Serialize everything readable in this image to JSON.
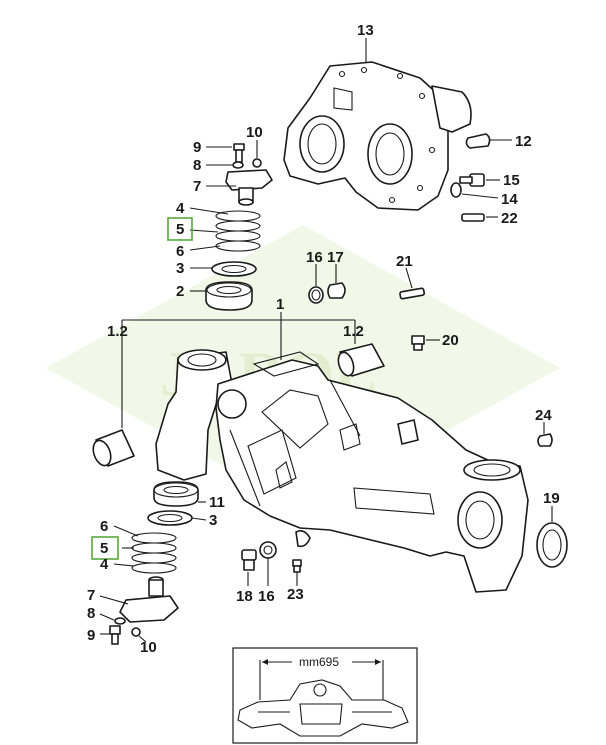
{
  "labels": {
    "p13": "13",
    "p12": "12",
    "p15": "15",
    "p14": "14",
    "p22": "22",
    "p9_top": "9",
    "p10_top": "10",
    "p8_top": "8",
    "p7_top": "7",
    "p4_top": "4",
    "p5_top": "5",
    "p6_top": "6",
    "p3_top": "3",
    "p2": "2",
    "p16_top": "16",
    "p17": "17",
    "p21": "21",
    "p1": "1",
    "p1_2_left": "1.2",
    "p1_2_right": "1.2",
    "p20": "20",
    "p24": "24",
    "p19": "19",
    "p11": "11",
    "p3_bot": "3",
    "p6_bot": "6",
    "p5_bot": "5",
    "p4_bot": "4",
    "p7_bot": "7",
    "p8_bot": "8",
    "p9_bot": "9",
    "p10_bot": "10",
    "p18": "18",
    "p16_bot": "16",
    "p23": "23"
  },
  "inset": {
    "dimension": "mm695"
  },
  "watermark": {
    "text": "JAROL"
  },
  "colors": {
    "highlight": "#5aa83b",
    "ink": "#1a1a1a",
    "watermark": "#e9f0d6"
  }
}
